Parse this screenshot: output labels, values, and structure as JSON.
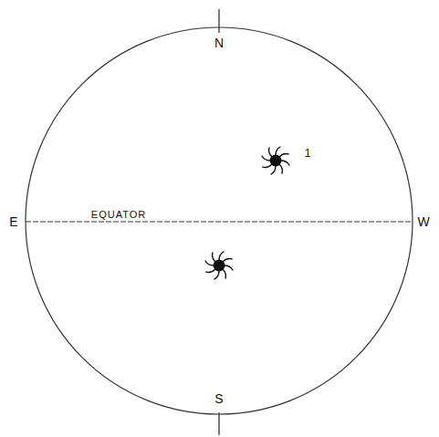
{
  "diagram": {
    "labels": [
      "N",
      "E",
      "EQUATOR",
      "W",
      "1",
      "S"
    ]
  }
}
